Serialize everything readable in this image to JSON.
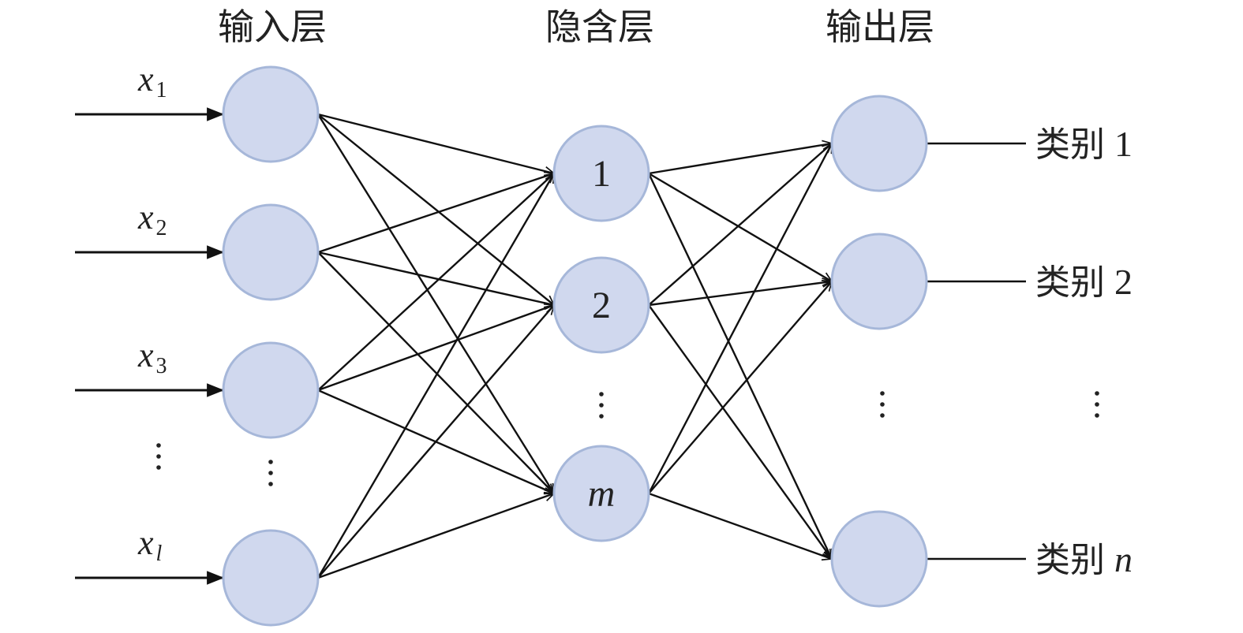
{
  "diagram": {
    "title": "Neural network structure",
    "layers": [
      {
        "id": "input",
        "title": "输入层"
      },
      {
        "id": "hidden",
        "title": "隐含层"
      },
      {
        "id": "output",
        "title": "输出层"
      }
    ],
    "inputs": [
      {
        "var": "x",
        "sub": "1",
        "sub_italic": false
      },
      {
        "var": "x",
        "sub": "2",
        "sub_italic": false
      },
      {
        "var": "x",
        "sub": "3",
        "sub_italic": false
      },
      {
        "var": "x",
        "sub": "l",
        "sub_italic": true
      }
    ],
    "hidden_nodes": [
      {
        "label": "1",
        "italic": false
      },
      {
        "label": "2",
        "italic": false
      },
      {
        "label": "m",
        "italic": true
      }
    ],
    "output_classes": [
      {
        "prefix": "类别",
        "index": "1",
        "italic": false
      },
      {
        "prefix": "类别",
        "index": "2",
        "italic": false
      },
      {
        "prefix": "类别",
        "index": "n",
        "italic": true
      }
    ],
    "ellipsis": "⋮",
    "connectivity": {
      "input_to_hidden": "fully-connected",
      "hidden_to_output": "fully-connected"
    },
    "colors": {
      "node_fill": "#d0d8ee",
      "node_stroke": "#a6b7d9",
      "edge": "#111111"
    }
  }
}
